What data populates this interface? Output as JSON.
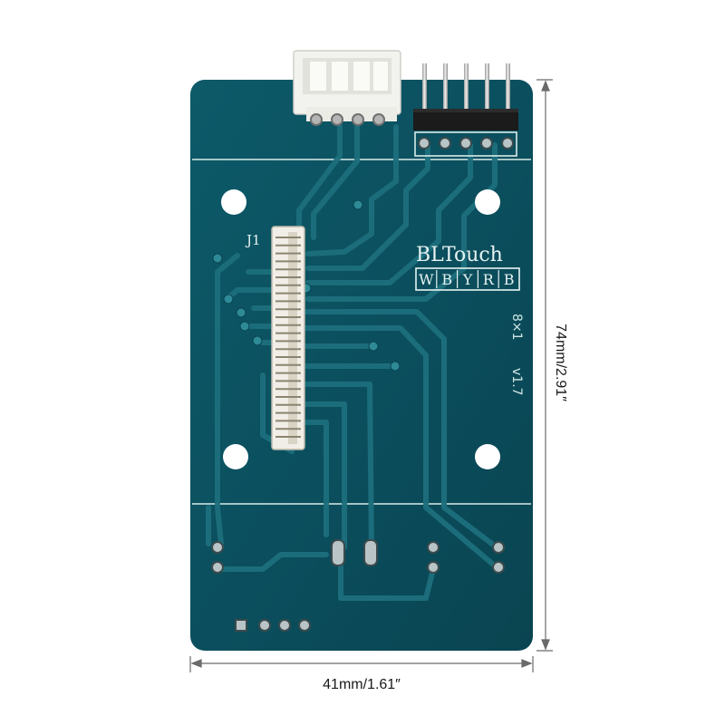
{
  "board": {
    "brand": "BLTouch",
    "pin_letters": [
      "W",
      "B",
      "Y",
      "R",
      "B"
    ],
    "connector_label": "J1",
    "pin_spec": "8×1",
    "version": "v1.7"
  },
  "dimensions": {
    "width_label": "41mm/1.61″",
    "height_label": "74mm/2.91″"
  },
  "colors": {
    "pcb": "#0b4f5e",
    "pcb_trace": "#1d6f7d",
    "silkscreen": "#e6f3f2",
    "connector_white": "#f2f2ee",
    "header_black": "#1b1b1b",
    "pin_gold": "#c8c8c8"
  }
}
